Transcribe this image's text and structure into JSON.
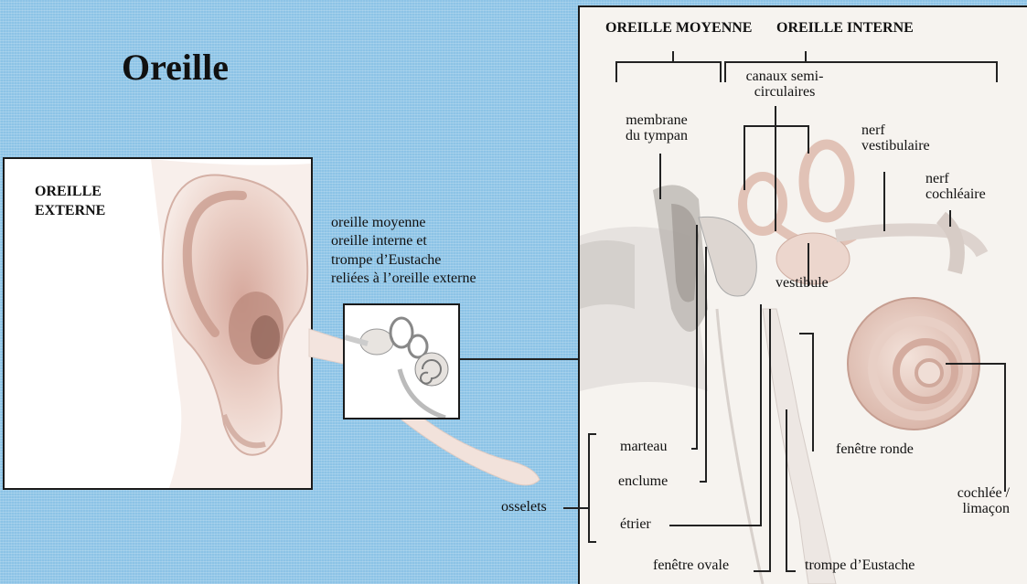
{
  "title": "Oreille",
  "outer_ear_header": "OREILLE\nEXTERNE",
  "inset_caption": [
    "oreille moyenne",
    "oreille interne et",
    "trompe d’Eustache",
    "reliées à l’oreille externe"
  ],
  "headers": {
    "middle": "OREILLE MOYENNE",
    "inner": "OREILLE INTERNE"
  },
  "labels": {
    "semicircular_1": "canaux semi-",
    "semicircular_2": "circulaires",
    "eardrum_1": "membrane",
    "eardrum_2": "du tympan",
    "vestibular_1": "nerf",
    "vestibular_2": "vestibulaire",
    "cochlear_nerve_1": "nerf",
    "cochlear_nerve_2": "cochléaire",
    "vestibule": "vestibule",
    "hammer": "marteau",
    "anvil": "enclume",
    "stirrup": "étrier",
    "ossicles": "osselets",
    "round_window": "fenêtre ronde",
    "cochlea_1": "cochlée /",
    "cochlea_2": "limaçon",
    "oval_window": "fenêtre ovale",
    "eustachian": "trompe d’Eustache"
  },
  "colors": {
    "background": "#8cc3e6",
    "skin": "#f0dcd4",
    "skin_shadow": "#c99f93",
    "line": "#222222"
  }
}
